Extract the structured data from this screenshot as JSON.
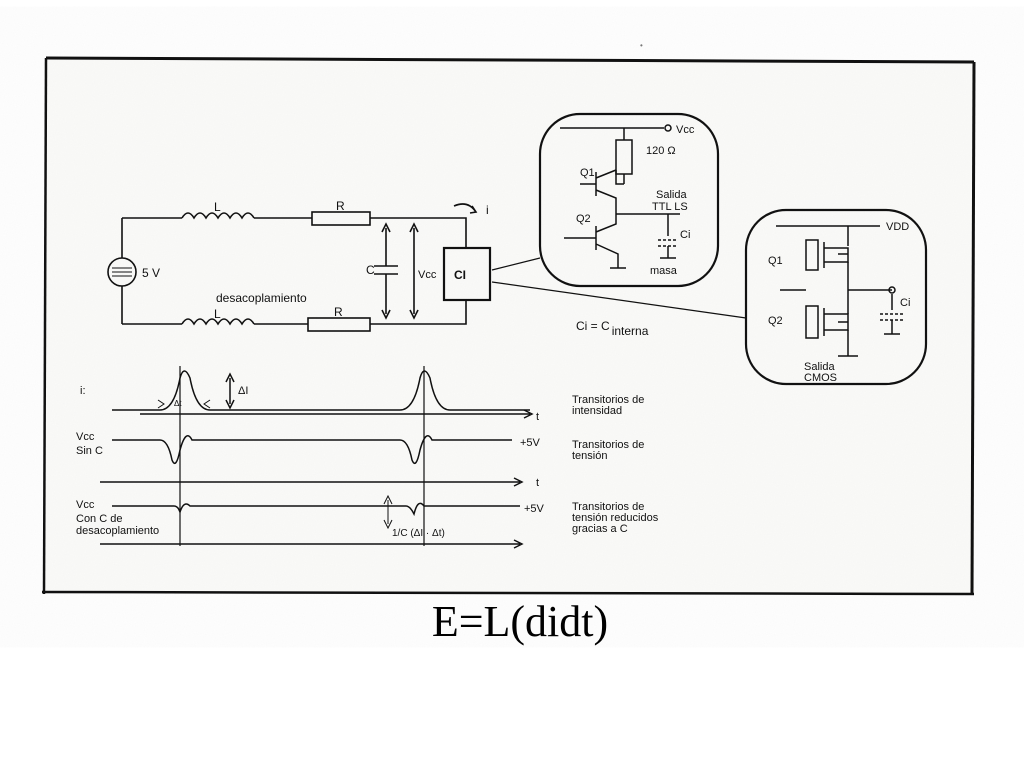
{
  "circuit": {
    "inductor_label": "L",
    "resistor_label": "R",
    "source_label": "5 V",
    "current_label": "i",
    "capacitor_label": "C",
    "vcc_label": "Vcc",
    "ic_label": "CI",
    "decoupling_label": "desacoplamiento",
    "ci_relation": "Ci = C",
    "ci_relation_sub": "interna"
  },
  "ttl_detail": {
    "vcc_label": "Vcc",
    "resistor_value": "120 Ω",
    "q1_label": "Q1",
    "q2_label": "Q2",
    "output_label_1": "Salida",
    "output_label_2": "TTL LS",
    "cap_label": "Ci",
    "ground_label": "masa"
  },
  "cmos_detail": {
    "vdd_label": "VDD",
    "q1_label": "Q1",
    "q2_label": "Q2",
    "cap_label": "Ci",
    "output_label_1": "Salida",
    "output_label_2": "CMOS"
  },
  "waveforms": {
    "i_label": "i:",
    "delta_i_label": "ΔI",
    "delta_t_label": "Δt",
    "t_label": "t",
    "vcc_sin_c_1": "Vcc",
    "vcc_sin_c_2": "Sin C",
    "plus_5v": "+5V",
    "vcc_con_c_1": "Vcc",
    "vcc_con_c_2": "Con C de",
    "vcc_con_c_3": "desacoplamiento",
    "formula_label": "1/C (ΔI · Δt)",
    "desc_current_1": "Transitorios de",
    "desc_current_2": "intensidad",
    "desc_voltage_1": "Transitorios de",
    "desc_voltage_2": "tensión",
    "desc_reduced_1": "Transitorios de",
    "desc_reduced_2": "tensión reducidos",
    "desc_reduced_3": "gracias a C"
  },
  "caption": "E=L(didt)"
}
